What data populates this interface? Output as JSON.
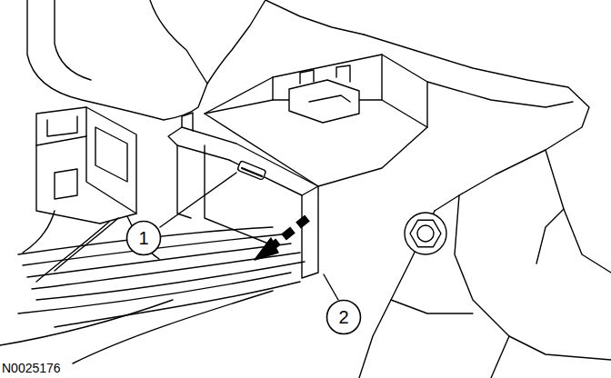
{
  "diagram": {
    "nodes": [
      {
        "text": [
          "1"
        ]
      },
      {
        "text": [
          "2"
        ]
      }
    ],
    "labels": [
      "N0025176"
    ]
  }
}
